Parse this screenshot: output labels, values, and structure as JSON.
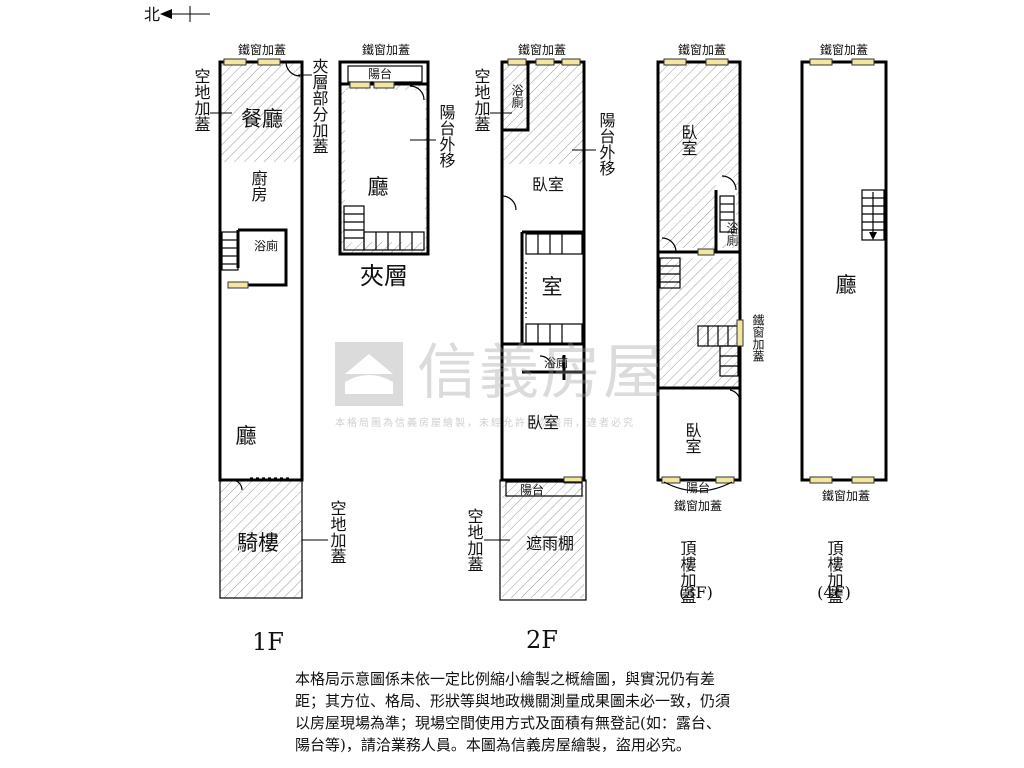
{
  "north": {
    "label": "北"
  },
  "floor1": {
    "title": "1F",
    "rooms": {
      "dining": "餐廳",
      "kitchen": "廚房",
      "bath": "浴廁",
      "living": "廳",
      "arcade": "騎樓"
    },
    "notes": {
      "window_top": "鐵窗加蓋",
      "open_top": "空地加蓋",
      "mezz_partial": "夾層部分加蓋",
      "open_front": "空地加蓋"
    }
  },
  "mezzanine": {
    "title": "夾層",
    "rooms": {
      "balcony": "陽台",
      "living": "廳"
    },
    "notes": {
      "window_top": "鐵窗加蓋",
      "balcony_out": "陽台外移"
    }
  },
  "floor2": {
    "title": "2F",
    "rooms": {
      "bath_top": "浴廁",
      "bed_top": "臥室",
      "room": "室",
      "bath_mid": "浴廁",
      "bed_bottom": "臥室",
      "balcony": "陽台",
      "canopy": "遮雨棚"
    },
    "notes": {
      "window_top": "鐵窗加蓋",
      "open_top": "空地加蓋",
      "balcony_out": "陽台外移",
      "open_front": "空地加蓋"
    }
  },
  "floor3": {
    "title": "頂樓加蓋",
    "sub": "(3F)",
    "rooms": {
      "bed_top": "臥室",
      "bath": "浴廁",
      "bed_bottom": "臥室",
      "balcony": "陽台"
    },
    "notes": {
      "window_top": "鐵窗加蓋",
      "window_side": "鐵窗加蓋",
      "window_bottom": "鐵窗加蓋"
    }
  },
  "floor4": {
    "title": "頂樓加蓋",
    "sub": "(4F)",
    "rooms": {
      "living": "廳"
    },
    "notes": {
      "window_top": "鐵窗加蓋",
      "window_bottom": "鐵窗加蓋"
    }
  },
  "watermark": {
    "title": "信義房屋",
    "subtitle": "本格局圖為信義房屋繪製，未經允許請勿盜用，違者必究"
  },
  "disclaimer": {
    "lines": [
      "本格局示意圖係未依一定比例縮小繪製之概繪圖，與實況仍有差",
      "距；其方位、格局、形狀等與地政機關測量成果圖未必一致，仍須",
      "以房屋現場為準；現場空間使用方式及面積有無登記(如：露台、",
      "陽台等)，請洽業務人員。本圖為信義房屋繪製，盜用必究。"
    ]
  },
  "colors": {
    "hatch": "#9a9a9a",
    "window": "#f2e6a0",
    "wall": "#000000"
  }
}
